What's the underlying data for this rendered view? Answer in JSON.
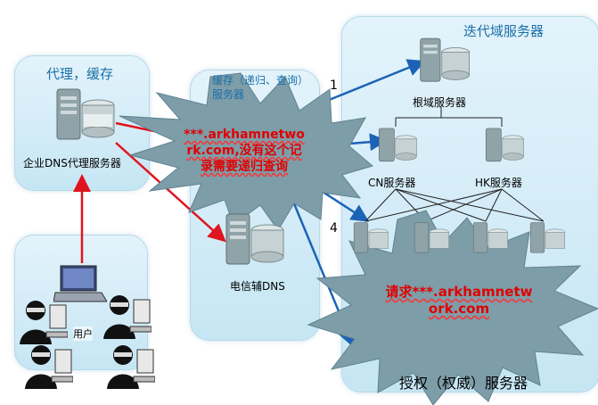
{
  "panels": {
    "proxy": {
      "title": "代理，缓存",
      "server_label": "企业DNS代理服务器"
    },
    "telecom": {
      "title": "缓存（递归、查询）服务器",
      "server_label": "电信辅DNS"
    },
    "iterative": {
      "title": "迭代域服务器",
      "root_label": "根域服务器",
      "cn_label": "CN服务器",
      "hk_label": "HK服务器"
    },
    "authoritative": {
      "title": "授权（权威）服务器"
    },
    "users": {
      "label": "用户"
    }
  },
  "arrows": {
    "step1": "1",
    "step4": "4"
  },
  "bursts": {
    "left": {
      "text": "***.arkhamnetwork.com,没有这个记录需要递归查询"
    },
    "right": {
      "text": "请求***.arkhamnetwork.com"
    }
  },
  "colors": {
    "panel_title": "#1a6fa8",
    "burst_fill": "#7d9da8",
    "request_arrow": "#e0141e",
    "query_arrow": "#1c63b7",
    "burst_text": "#e00000"
  }
}
